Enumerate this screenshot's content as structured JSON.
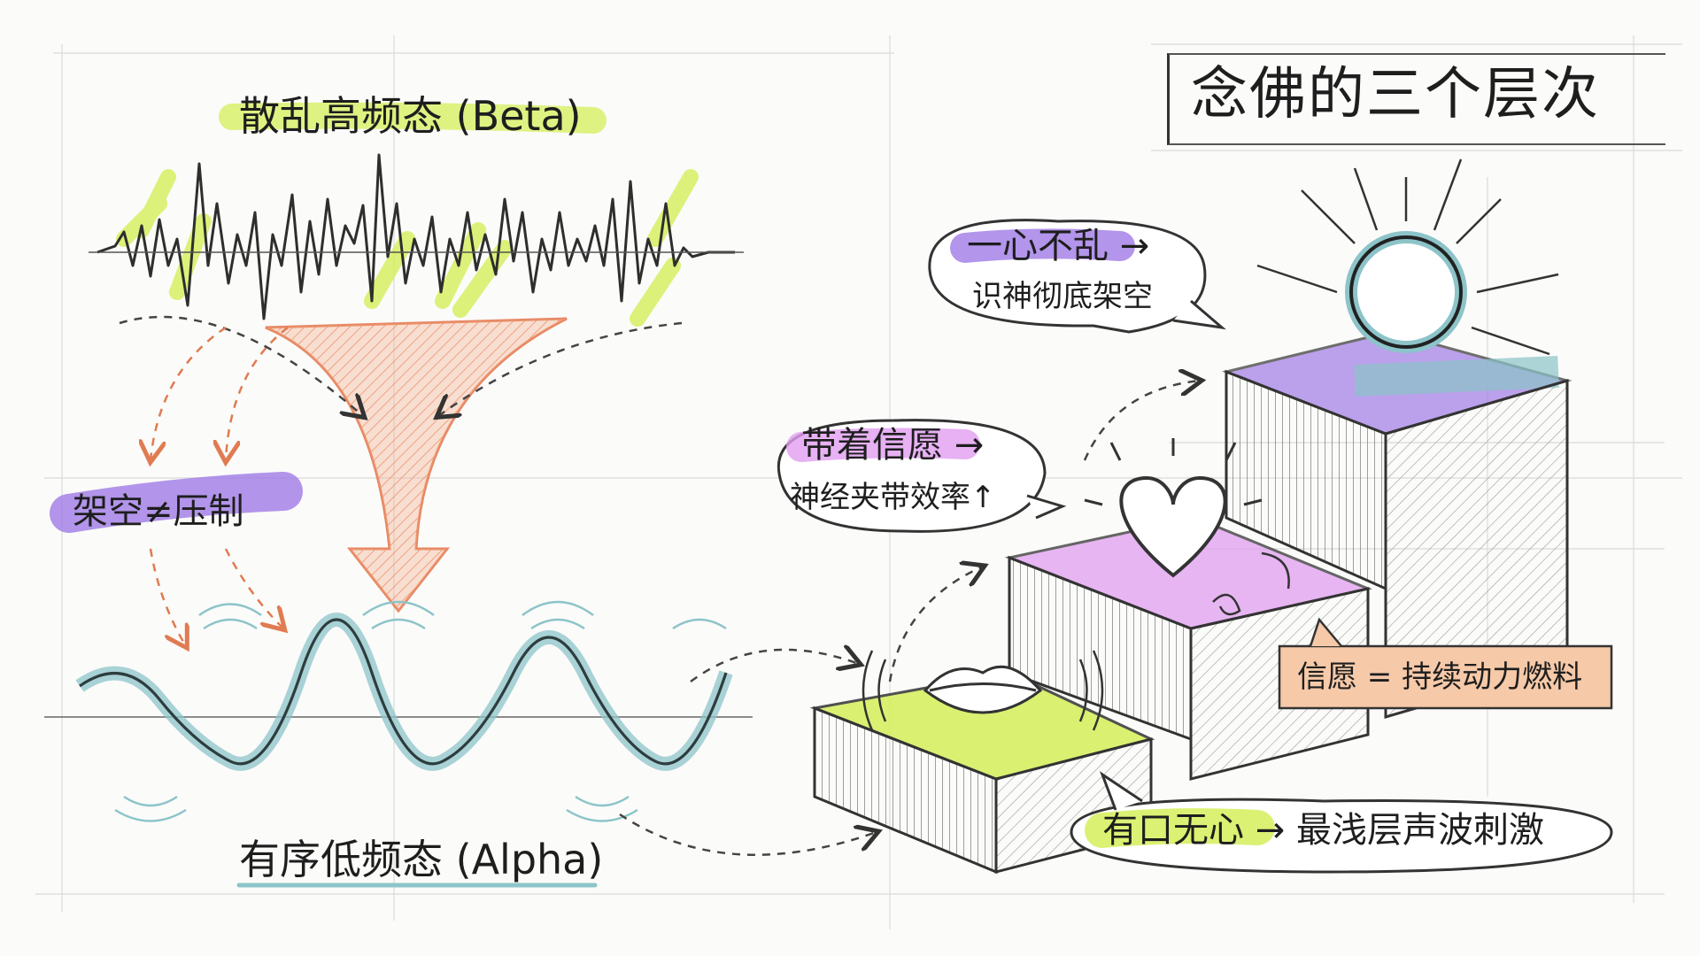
{
  "title": "念佛的三个层次",
  "waves": {
    "beta_label": "散乱高频态 (Beta)",
    "alpha_label": "有序低频态 (Alpha)",
    "note": "架空≠压制"
  },
  "steps": {
    "top": {
      "line1": "一心不乱 →",
      "line2": "识神彻底架空"
    },
    "middle": {
      "line1": "带着信愿 →",
      "line2": "神经夹带效率↑"
    },
    "fuel_box": "信愿 = 持续动力燃料",
    "bottom": {
      "label": "有口无心 → 最浅层声波刺激"
    }
  },
  "colors": {
    "green": "#d4ef5a",
    "purple": "#a07ae6",
    "violet": "#e19ef0",
    "teal": "#8cc4c9",
    "orange": "#f3a985",
    "peach_box": "#f6c9a8"
  }
}
